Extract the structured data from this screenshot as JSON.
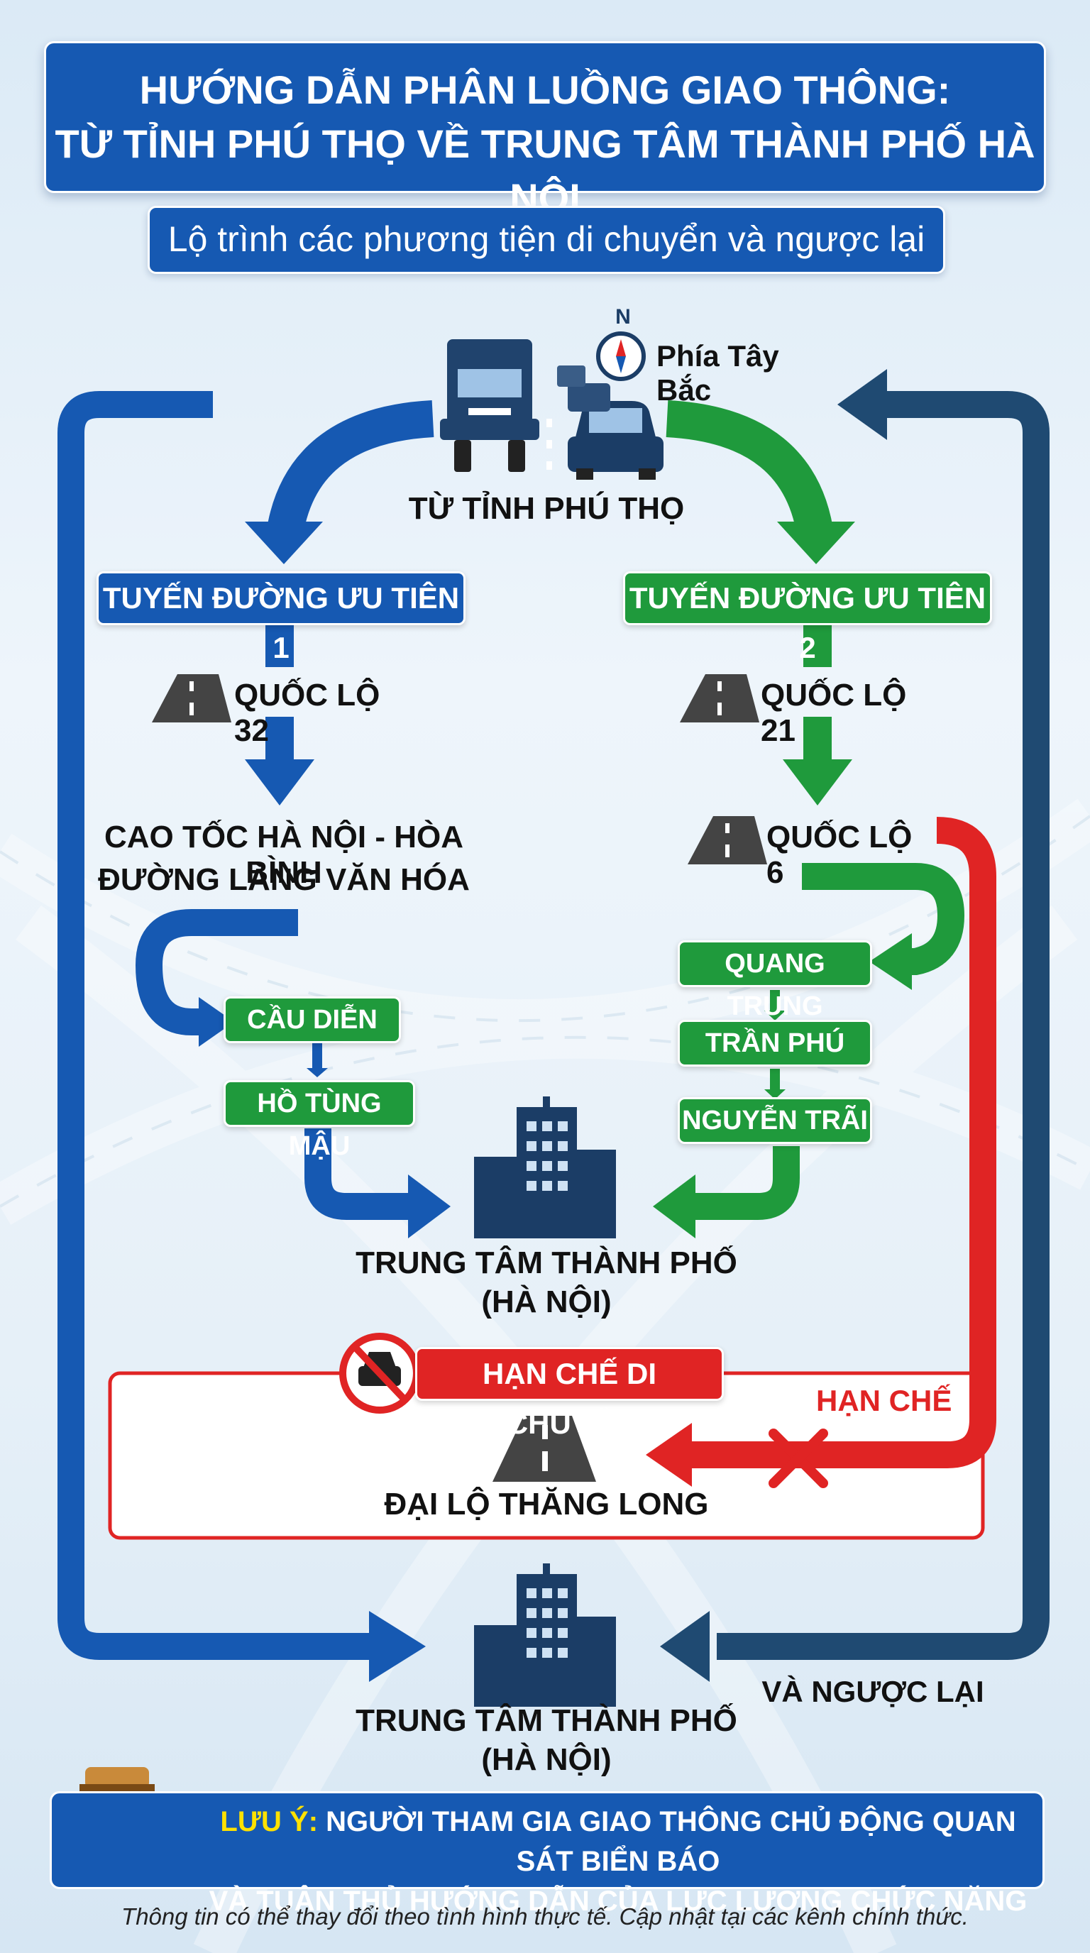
{
  "header": {
    "title_line1": "HƯỚNG DẪN PHÂN LUỒNG GIAO THÔNG:",
    "title_line2": "TỪ TỈNH PHÚ THỌ VỀ TRUNG TÂM THÀNH PHỐ HÀ NỘI",
    "subtitle": "Lộ trình các phương tiện di chuyển và ngược lại"
  },
  "compass": {
    "letter": "N",
    "direction": "Phía Tây Bắc"
  },
  "origin": "TỪ TỈNH PHÚ THỌ",
  "route1": {
    "title": "TUYẾN ĐƯỜNG ƯU TIÊN 1",
    "road": "QUỐC LỘ 32",
    "highway_line1": "CAO TỐC HÀ NỘI - HÒA BÌNH",
    "highway_line2": "ĐƯỜNG LÀNG VĂN HÓA",
    "street1": "CẦU DIỄN",
    "street2": "HỒ TÙNG MẬU"
  },
  "route2": {
    "title": "TUYẾN ĐƯỜNG ƯU TIÊN 2",
    "road1": "QUỐC LỘ 21",
    "road2": "QUỐC LỘ 6",
    "street1": "QUANG TRUNG",
    "street2": "TRẦN PHÚ",
    "street3": "NGUYỄN TRÃI"
  },
  "center": {
    "line1": "TRUNG TÂM THÀNH PHỐ",
    "line2": "(HÀ NỘI)"
  },
  "restriction": {
    "title": "HẠN CHẾ DI CHUYỂN",
    "tag": "HẠN CHẾ",
    "road": "ĐẠI LỘ THĂNG LONG"
  },
  "destination": {
    "line1": "TRUNG TÂM THÀNH PHỐ",
    "line2": "(HÀ NỘI)",
    "reverse": "VÀ NGƯỢC LẠI"
  },
  "note": {
    "label": "LƯU Ý:",
    "line1": "Người tham gia giao thông chủ động quan sát biển báo",
    "line2": "và tuân thủ hướng dẫn của lực lượng chức năng"
  },
  "footer": "Thông tin có thể thay đổi theo tình hình thực tế. Cập nhật tại các kênh chính thức.",
  "colors": {
    "blue": "#1659b2",
    "green": "#1f9a3c",
    "red": "#e02424",
    "navy": "#1f4a72"
  }
}
